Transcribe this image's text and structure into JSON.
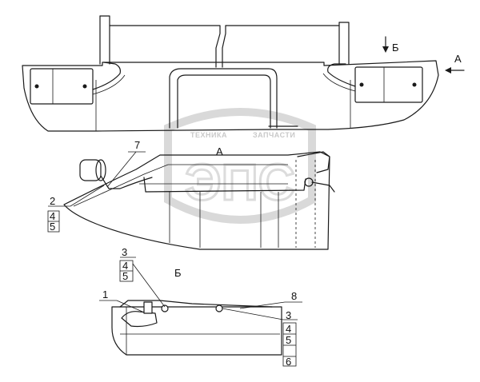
{
  "view_labels": {
    "view_a_arrow": "А",
    "view_b_arrow": "Б",
    "view_a_title": "А",
    "view_b_title": "Б"
  },
  "watermark": {
    "text_left": "ТЕХНИКА",
    "text_right": "ЗАПЧАСТИ",
    "logo": "ЭПС"
  },
  "callouts": {
    "c7": "7",
    "c2": "2",
    "c4a": "4",
    "c5a": "5",
    "c3a": "3",
    "c4b": "4",
    "c5b": "5",
    "c1": "1",
    "c8": "8",
    "c3b": "3",
    "c4c": "4",
    "c5c": "5",
    "c6": "6"
  }
}
